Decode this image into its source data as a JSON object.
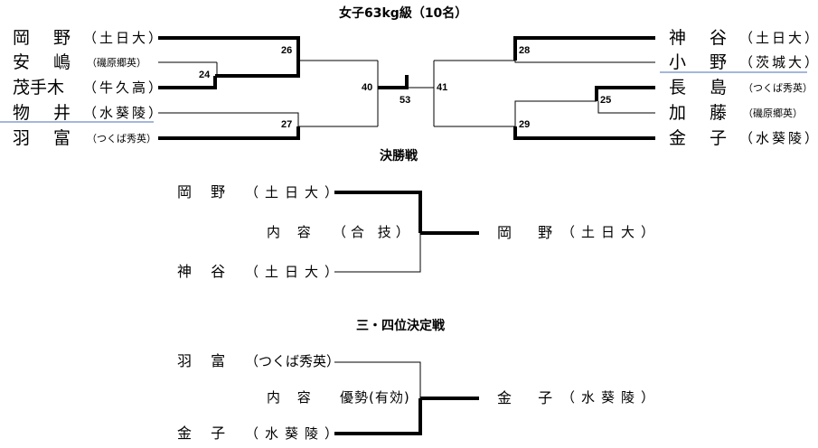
{
  "title": "女子63kg級（10名）",
  "left": [
    {
      "name": "岡 野",
      "school": "（土日大）"
    },
    {
      "name": "安 嶋",
      "school": "（磯原郷英）"
    },
    {
      "name": "茂手木",
      "school": "（牛久高）"
    },
    {
      "name": "物 井",
      "school": "（水葵陵）"
    },
    {
      "name": "羽 富",
      "school": "（つくば秀英）"
    }
  ],
  "right": [
    {
      "name": "神 谷",
      "school": "（土日大）"
    },
    {
      "name": "小 野",
      "school": "（茨城大）"
    },
    {
      "name": "長 島",
      "school": "（つくば秀英）"
    },
    {
      "name": "加 藤",
      "school": "（磯原郷英）"
    },
    {
      "name": "金 子",
      "school": "（水葵陵）"
    }
  ],
  "matches": {
    "m24": "24",
    "m26": "26",
    "m27": "27",
    "m40": "40",
    "m53": "53",
    "m41": "41",
    "m28": "28",
    "m25": "25",
    "m29": "29"
  },
  "final": {
    "heading": "決勝戦",
    "top": {
      "name": "岡 野",
      "school": "（土日大）"
    },
    "bottom": {
      "name": "神 谷",
      "school": "（土日大）"
    },
    "detail_label": "内 容",
    "detail_value": "（合 技）",
    "winner": {
      "name": "岡 野",
      "school": "（土日大）"
    }
  },
  "third": {
    "heading": "三・四位決定戦",
    "top": {
      "name": "羽 富",
      "school": "（つくば秀英）"
    },
    "bottom": {
      "name": "金 子",
      "school": "（水葵陵）"
    },
    "detail_label": "内 容",
    "detail_value": "優勢(有効)",
    "winner": {
      "name": "金 子",
      "school": "（水葵陵）"
    }
  },
  "colors": {
    "line": "#000000",
    "underline": "#4a6fb5"
  }
}
